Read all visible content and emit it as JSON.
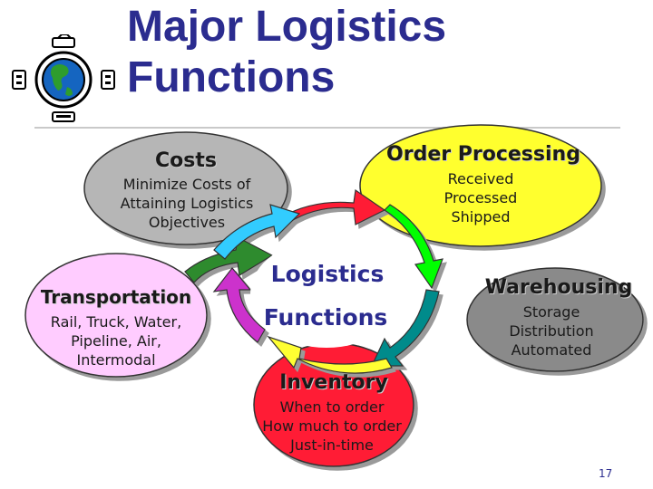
{
  "slide": {
    "title_line1": "Major Logistics",
    "title_line2": "Functions",
    "page_number": "17"
  },
  "center": {
    "line1": "Logistics",
    "line2": "Functions"
  },
  "nodes": {
    "costs": {
      "heading": "Costs",
      "lines": [
        "Minimize Costs of",
        "Attaining Logistics",
        "Objectives"
      ],
      "color": "#b6b6b6"
    },
    "order_processing": {
      "heading": "Order Processing",
      "lines": [
        "Received",
        "Processed",
        "Shipped"
      ],
      "color": "#ffff2e"
    },
    "transportation": {
      "heading": "Transportation",
      "lines": [
        "Rail, Truck, Water,",
        "Pipeline, Air,",
        "Intermodal"
      ],
      "color": "#ffccff"
    },
    "warehousing": {
      "heading": "Warehousing",
      "lines": [
        "Storage",
        "Distribution",
        "Automated"
      ],
      "color": "#8a8a8a"
    },
    "inventory": {
      "heading": "Inventory",
      "lines": [
        "When to order",
        "How much to order",
        "Just-in-time"
      ],
      "color": "#ff1a35"
    }
  },
  "colors": {
    "title": "#2b2c8f",
    "cycle_arrows": [
      "#ff1a35",
      "#00ff00",
      "#008b8b",
      "#ffff33",
      "#cc33cc",
      "#2e8b2e",
      "#33ccff"
    ]
  },
  "icons": {
    "logo": "globe-logistics-icon"
  }
}
